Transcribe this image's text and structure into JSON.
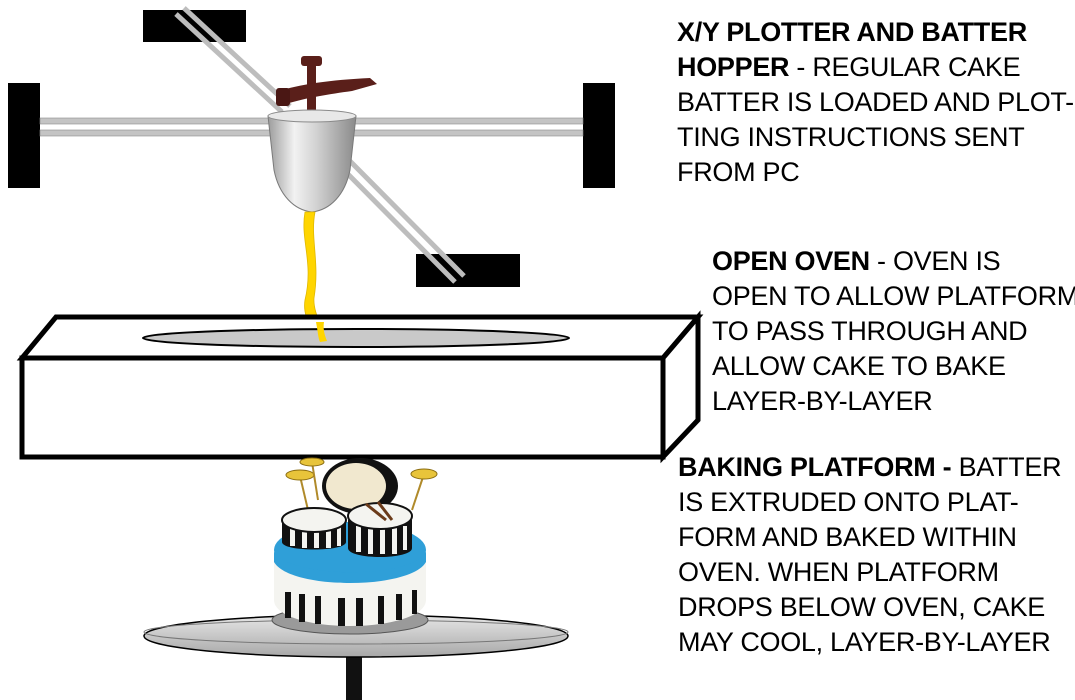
{
  "captions": {
    "plotter": {
      "title": "X/Y PLOTTER AND BATTER HOPPER",
      "title_line1": "X/Y PLOTTER AND BATTER",
      "title_line2": "HOPPER",
      "body_line2": " - REGULAR CAKE",
      "body_line3": "BATTER IS LOADED AND PLOT-",
      "body_line4": "TING INSTRUCTIONS SENT",
      "body_line5": "FROM PC"
    },
    "oven": {
      "title": "OPEN OVEN",
      "body_line1": " - OVEN IS",
      "body_line2": "OPEN TO ALLOW PLATFORM",
      "body_line3": "TO PASS THROUGH AND",
      "body_line4": "ALLOW CAKE TO BAKE",
      "body_line5": "LAYER-BY-LAYER"
    },
    "platform": {
      "title": "BAKING PLATFORM -",
      "body_line1": " BATTER",
      "body_line2": "IS EXTRUDED ONTO PLAT-",
      "body_line3": "FORM AND BAKED WITHIN",
      "body_line4": "OVEN. WHEN PLATFORM",
      "body_line5": "DROPS BELOW OVEN, CAKE",
      "body_line6": "MAY COOL, LAYER-BY-LAYER"
    }
  },
  "colors": {
    "frame": "#000000",
    "rail": "#bdbdbd",
    "batter": "#ffd500",
    "hopper": "#d6d6d6",
    "handle": "#5a1f1a",
    "platform": "#cfcfcf",
    "cake_blue": "#33a3dc",
    "cake_white": "#f2f2ee"
  }
}
